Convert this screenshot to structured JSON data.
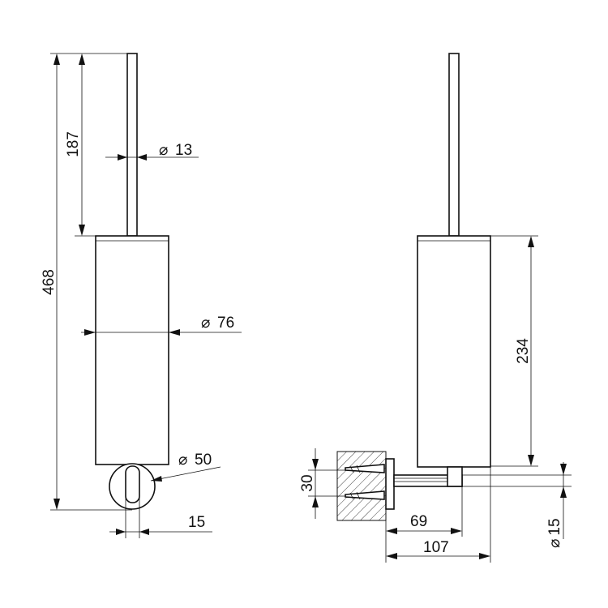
{
  "drawing": {
    "colors": {
      "line": "#111111",
      "background": "#ffffff"
    },
    "front_view": {
      "dimensions": {
        "total_height": "468",
        "handle_length": "187",
        "handle_diameter": "13",
        "body_diameter": "76",
        "mount_diameter": "50",
        "mount_offset": "15"
      },
      "diameter_symbol": "⌀"
    },
    "side_view": {
      "dimensions": {
        "body_height": "234",
        "bracket_height": "30",
        "bracket_depth": "69",
        "total_depth": "107",
        "bracket_diameter": "15"
      }
    }
  }
}
